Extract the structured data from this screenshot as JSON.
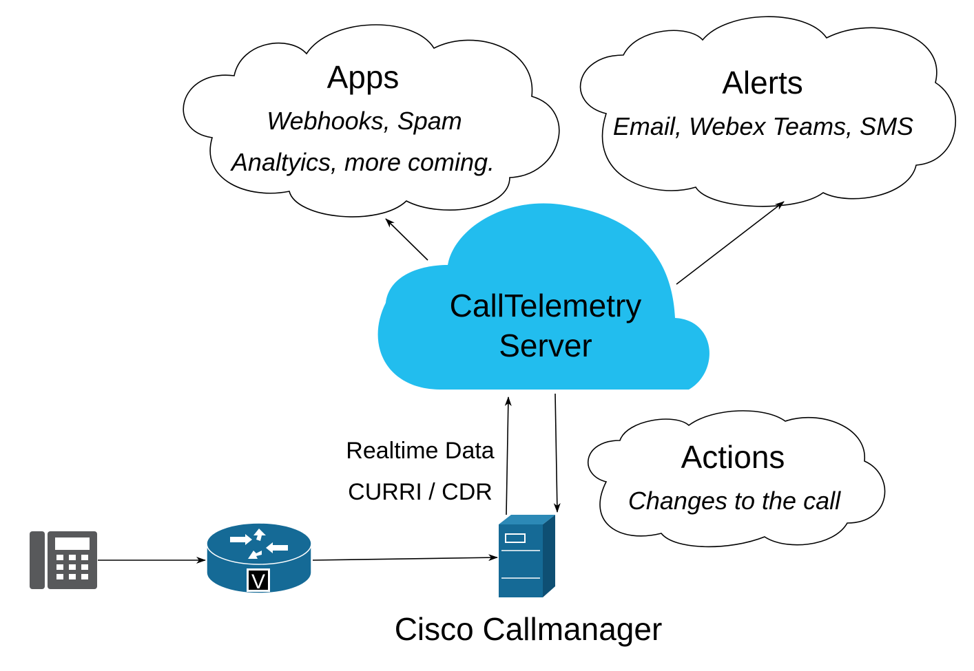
{
  "apps": {
    "title": "Apps",
    "line1": "Webhooks, Spam",
    "line2": "Analtyics,  more coming."
  },
  "alerts": {
    "title": "Alerts",
    "line1": "Email, Webex Teams, SMS"
  },
  "server": {
    "line1": "CallTelemetry",
    "line2": "Server",
    "color": "#22bdee"
  },
  "actions": {
    "title": "Actions",
    "line1": "Changes to the call"
  },
  "link_label": {
    "line1": "Realtime Data",
    "line2": "CURRI / CDR"
  },
  "callmanager": {
    "caption": "Cisco Callmanager",
    "color": "#156a96"
  },
  "router": {
    "badge": "V",
    "color": "#156a96"
  },
  "phone": {
    "color": "#58595b"
  }
}
